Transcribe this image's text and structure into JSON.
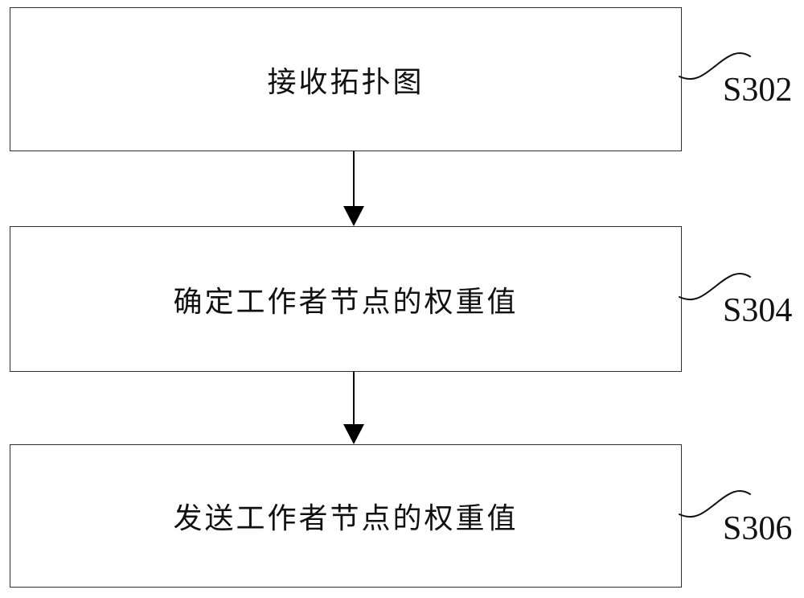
{
  "diagram": {
    "type": "flowchart",
    "background_color": "#ffffff",
    "line_color": "#000000",
    "steps": [
      {
        "text": "接收拓扑图",
        "tag": "S302"
      },
      {
        "text": "确定工作者节点的权重值",
        "tag": "S304"
      },
      {
        "text": "发送工作者节点的权重值",
        "tag": "S306"
      }
    ]
  }
}
